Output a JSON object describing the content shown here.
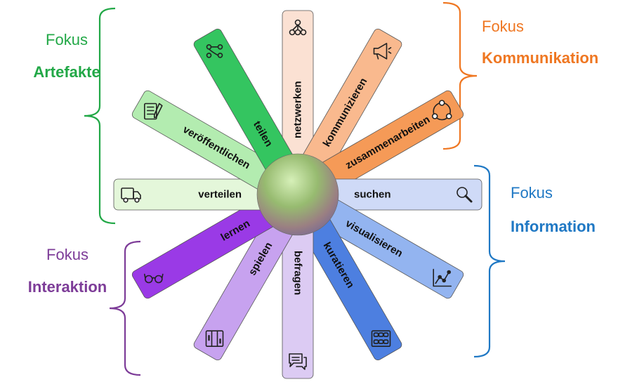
{
  "hub": {
    "colors": [
      "#cfe9a8",
      "#8fb66a",
      "#9a7c83",
      "#7a6a8e"
    ]
  },
  "groups": [
    {
      "id": "artefakte",
      "word": "Fokus",
      "title": "Artefakte",
      "color": "#22a847"
    },
    {
      "id": "kommunikation",
      "word": "Fokus",
      "title": "Kommunikation",
      "color": "#ef7722"
    },
    {
      "id": "information",
      "word": "Fokus",
      "title": "Information",
      "color": "#1f78c4"
    },
    {
      "id": "interaktion",
      "word": "Fokus",
      "title": "Interaktion",
      "color": "#7d3c98"
    }
  ],
  "rays": [
    {
      "label": "netzwerken",
      "icon": "network-icon",
      "color": "#fbe1d3"
    },
    {
      "label": "kommunizieren",
      "icon": "megaphone-icon",
      "color": "#f9b98e"
    },
    {
      "label": "zusammenarbeiten",
      "icon": "collaboration-icon",
      "color": "#f59a57"
    },
    {
      "label": "suchen",
      "icon": "magnifier-icon",
      "color": "#cfdaf7"
    },
    {
      "label": "visualisieren",
      "icon": "line-chart-icon",
      "color": "#93b4f0"
    },
    {
      "label": "kuratieren",
      "icon": "curation-board-icon",
      "color": "#4d7fe0"
    },
    {
      "label": "befragen",
      "icon": "speech-bubbles-icon",
      "color": "#dccbf3"
    },
    {
      "label": "spielen",
      "icon": "game-board-icon",
      "color": "#c7a2ef"
    },
    {
      "label": "lernen",
      "icon": "glasses-icon",
      "color": "#9a3ae6"
    },
    {
      "label": "verteilen",
      "icon": "delivery-truck-icon",
      "color": "#e4f7da"
    },
    {
      "label": "veröffentlichen",
      "icon": "document-pen-icon",
      "color": "#b3ecb0"
    },
    {
      "label": "teilen",
      "icon": "share-icon",
      "color": "#34c560"
    }
  ]
}
